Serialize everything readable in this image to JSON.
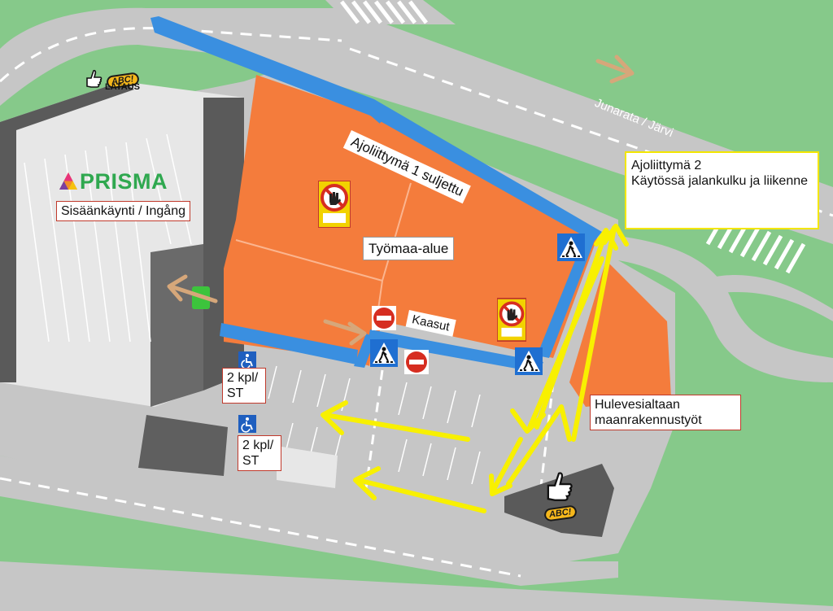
{
  "brand": {
    "prisma": "PRISMA",
    "abc_badge": "ABC!",
    "abc_lataus": "LATAUS"
  },
  "labels": {
    "entrance": "Sisäänkäynti / Ingång",
    "road1_closed": "Ajoliittymä 1 suljettu",
    "worksite": "Työmaa-alue",
    "gases": "Kaasut",
    "exit2_title": "Ajoliittymä 2",
    "exit2_desc": "Käytössä jalankulku ja liikenne",
    "stormwater": "Hulevesialtaan maanrakennustyöt",
    "parking_1": "2 kpl/ ST",
    "parking_2": "2 kpl/ ST",
    "rail_direction": "Junarata / Järvi"
  },
  "colors": {
    "grass": "#86c98a",
    "road": "#c6c6c6",
    "worksite": "#f47c3c",
    "fence": "#3a8fe0",
    "arrow": "#f8f000",
    "building": "#e7e7e7",
    "prisma_green": "#2fa84f"
  },
  "icons": {
    "no_entry": "no-entry-sign",
    "crossing": "pedestrian-crossing-sign",
    "worksite_warning": "no-entry-worksite-sign",
    "accessible": "wheelchair-icon",
    "thumb": "thumbs-up-icon"
  }
}
